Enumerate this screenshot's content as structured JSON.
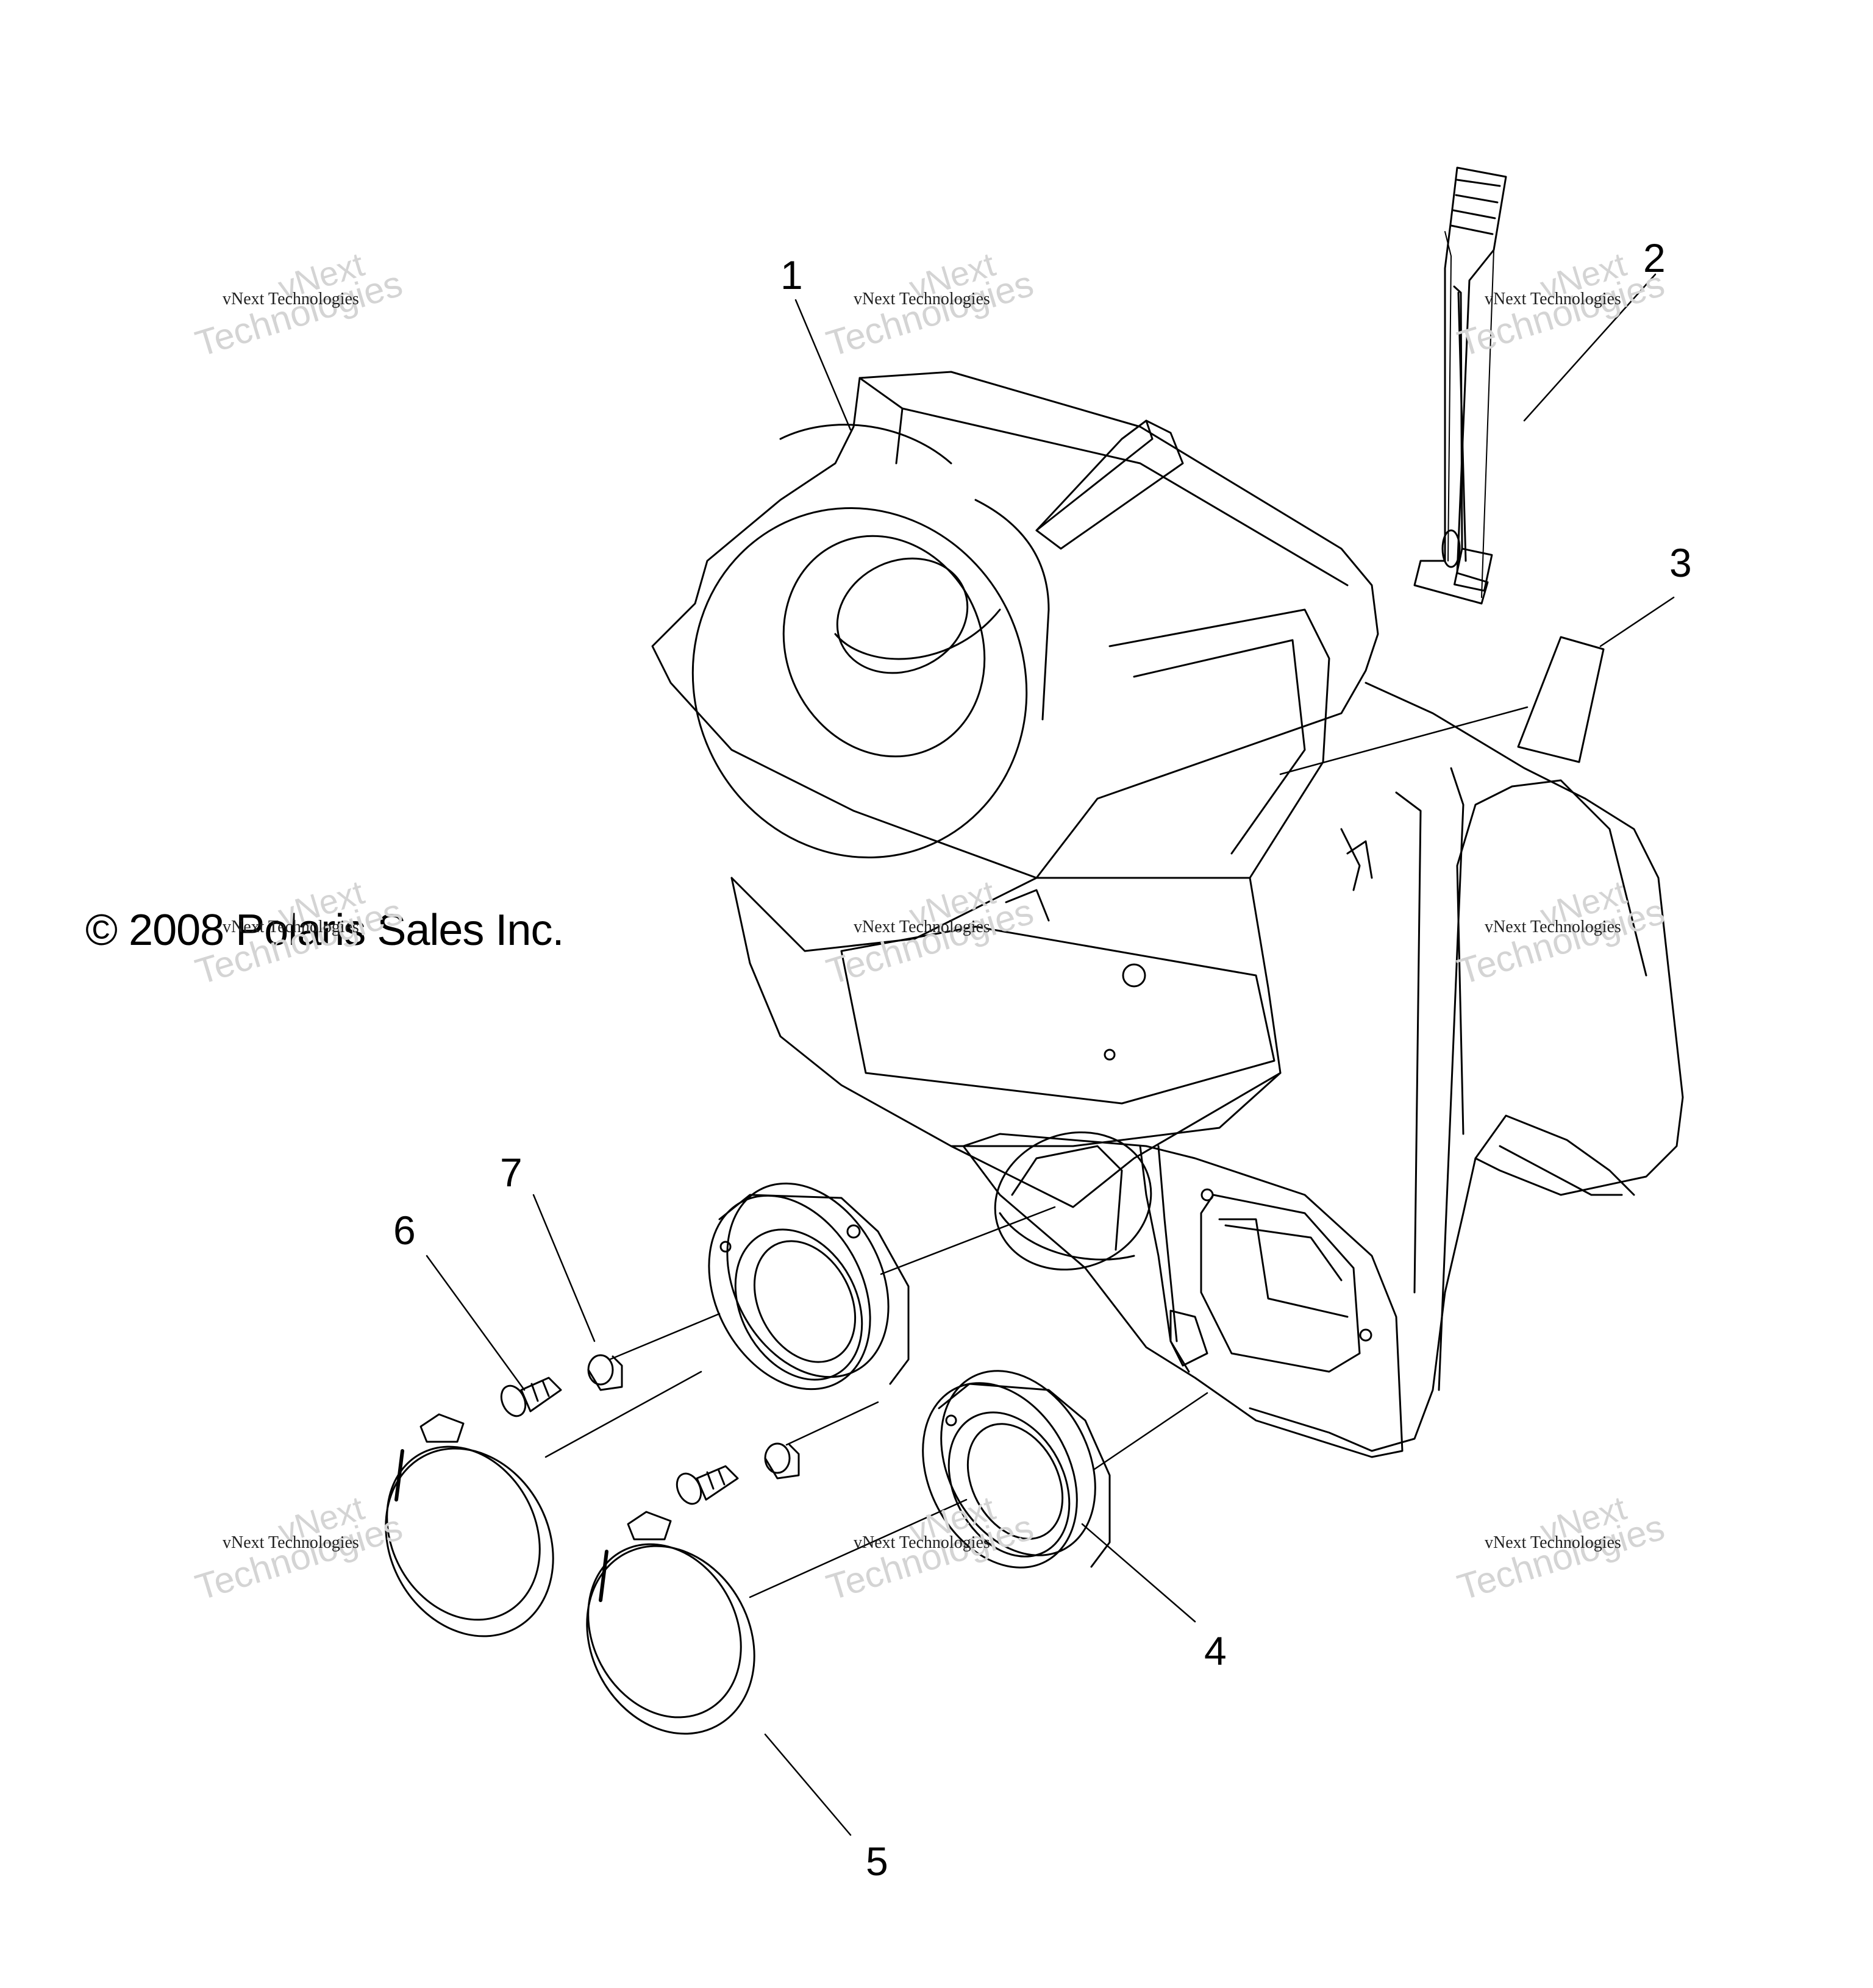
{
  "diagram": {
    "callouts": [
      "1",
      "2",
      "3",
      "4",
      "5",
      "6",
      "7"
    ],
    "copyright": "© 2008 Polaris Sales Inc.",
    "watermark": {
      "line1": "vNext",
      "line2": "vNext Technologies",
      "line3": "Technologies"
    }
  }
}
